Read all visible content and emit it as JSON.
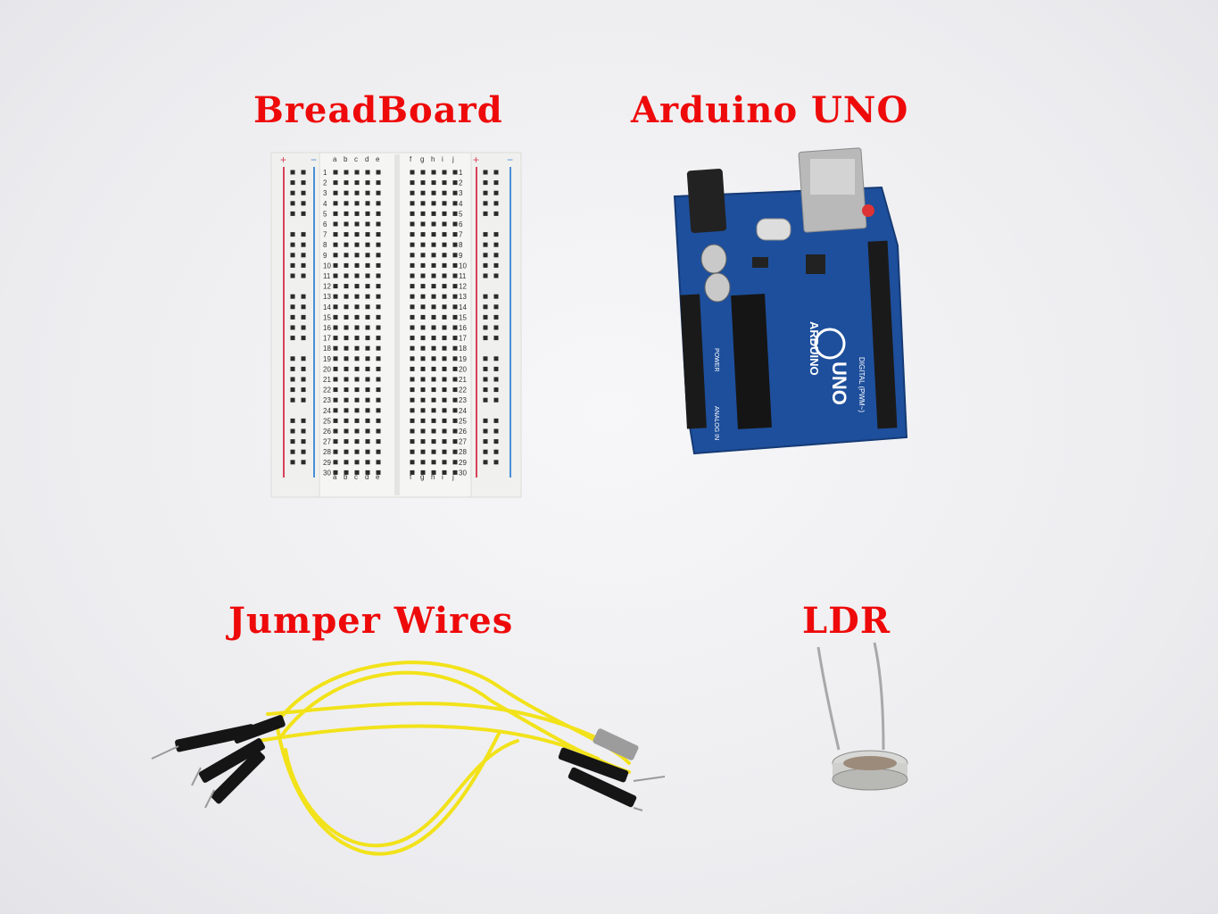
{
  "labels": {
    "breadboard": "BreadBoard",
    "arduino": "Arduino UNO",
    "jumper_wires": "Jumper Wires",
    "ldr": "LDR"
  },
  "breadboard": {
    "columns_left": [
      "a",
      "b",
      "c",
      "d",
      "e"
    ],
    "columns_right": [
      "f",
      "g",
      "h",
      "i",
      "j"
    ],
    "rows": 30,
    "rail_plus": "+",
    "rail_minus": "−"
  },
  "arduino": {
    "logo_text": "ARDUINO",
    "model_text": "UNO",
    "digital_label": "DIGITAL (PWM~)",
    "power_label": "POWER",
    "analog_label": "ANALOG IN"
  },
  "colors": {
    "label_red": "#ee0a0a",
    "board_blue": "#1e4f9c",
    "wire_yellow": "#f2e21a"
  }
}
